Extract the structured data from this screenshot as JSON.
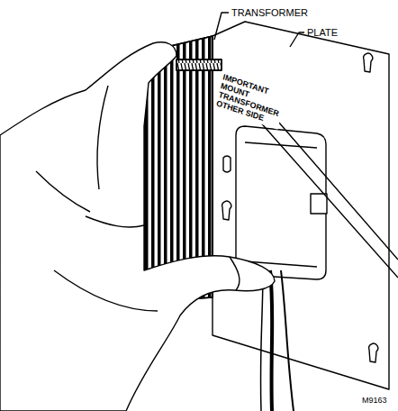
{
  "diagram": {
    "labels": [
      "TRANSFORMER",
      "PLATE",
      "IMPORTANT MOUNT TRANSFORMER OTHER SIDE",
      "M9163"
    ]
  }
}
